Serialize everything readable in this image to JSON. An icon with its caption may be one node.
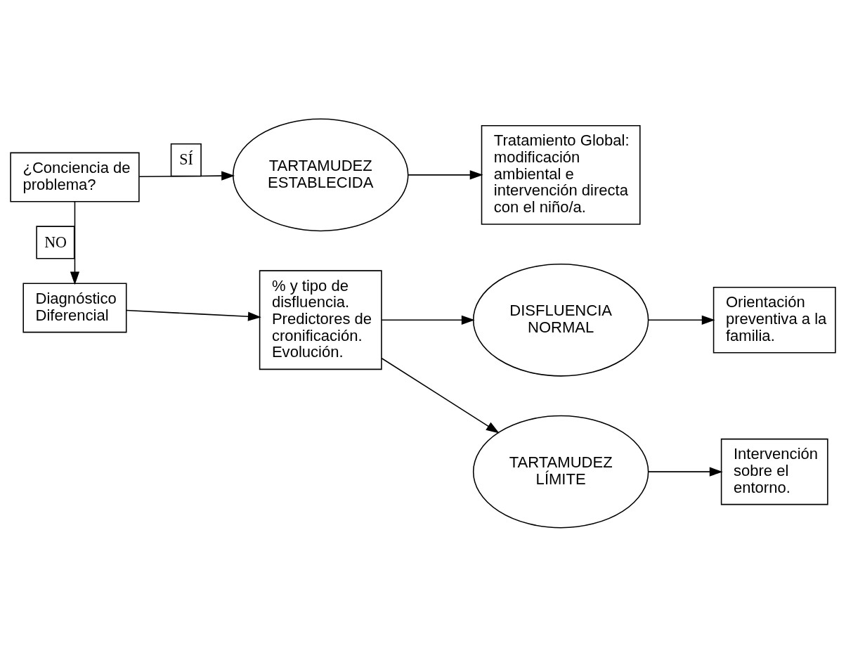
{
  "diagram": {
    "nodes": [
      {
        "text": [
          "¿Conciencia de problema?"
        ]
      },
      {
        "text": [
          "TARTAMUDEZ ESTABLECIDA"
        ]
      },
      {
        "text": [
          "Tratamiento Global: modificación ambiental e intervención directa con el niño/a."
        ]
      },
      {
        "text": [
          "Diagnóstico Diferencial"
        ]
      },
      {
        "text": [
          "% y tipo de disfluencia.",
          "Predictores de cronificación.",
          "Evolución."
        ]
      },
      {
        "text": [
          "DISFLUENCIA NORMAL"
        ]
      },
      {
        "text": [
          "Orientación preventiva a la familia."
        ]
      },
      {
        "text": [
          "TARTAMUDEZ LÍMITE"
        ]
      },
      {
        "text": [
          "Intervención sobre el entorno."
        ]
      }
    ],
    "edges": [
      {
        "from": 0,
        "to": 1,
        "arrow": "to",
        "label": "SÍ"
      },
      {
        "from": 1,
        "to": 2,
        "arrow": "to"
      },
      {
        "from": 0,
        "to": 3,
        "arrow": "to",
        "label": "NO"
      },
      {
        "from": 3,
        "to": 4,
        "arrow": "to"
      },
      {
        "from": 4,
        "to": 5,
        "arrow": "to"
      },
      {
        "from": 4,
        "to": 7,
        "arrow": "to"
      },
      {
        "from": 5,
        "to": 6,
        "arrow": "to"
      },
      {
        "from": 7,
        "to": 8,
        "arrow": "to"
      }
    ]
  }
}
